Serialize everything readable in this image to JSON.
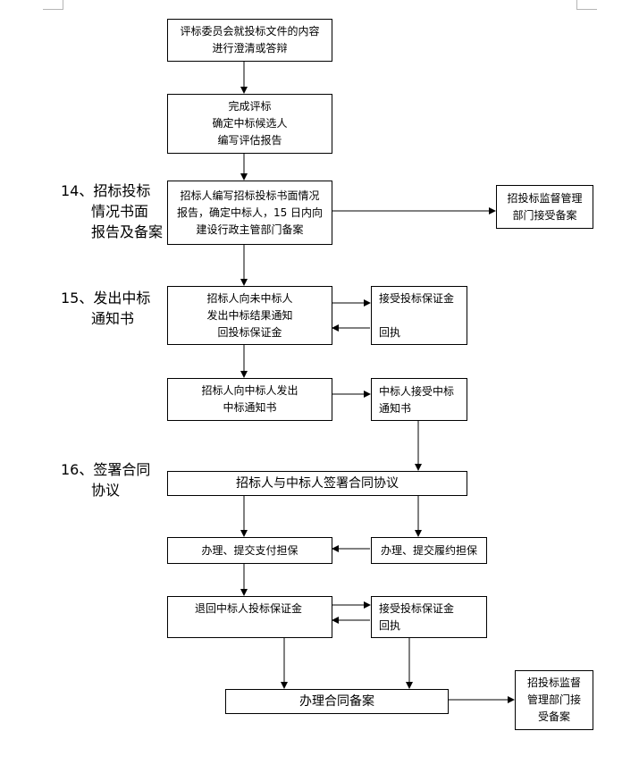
{
  "steps": {
    "s14": [
      "14、招标投标",
      "情况书面",
      "报告及备案"
    ],
    "s15": [
      "15、发出中标",
      "通知书"
    ],
    "s16": [
      "16、签署合同",
      "协议"
    ]
  },
  "boxes": {
    "clarify": [
      "评标委员会就投标文件的内容",
      "进行澄清或答辩"
    ],
    "complete_eval": [
      "完成评标",
      "确定中标候选人",
      "编写评估报告"
    ],
    "written_report": [
      "招标人编写招标投标书面情况",
      "报告，确定中标人，15 日内向",
      "建设行政主管部门备案"
    ],
    "supervision_filing_1": [
      "招投标监督管理",
      "部门接受备案"
    ],
    "notify_losers": [
      "招标人向未中标人",
      "发出中标结果通知",
      "回投标保证金"
    ],
    "receive_deposit_1": [
      "接受投标保证金",
      "",
      "回执"
    ],
    "notify_winner": [
      "招标人向中标人发出",
      "中标通知书"
    ],
    "winner_accepts": [
      "中标人接受中标",
      "通知书"
    ],
    "sign_contract": [
      "招标人与中标人签署合同协议"
    ],
    "payment_guarantee": [
      "办理、提交支付担保"
    ],
    "performance_guarantee": [
      "办理、提交履约担保"
    ],
    "refund_deposit": [
      "退回中标人投标保证金"
    ],
    "receive_deposit_2": [
      "接受投标保证金",
      "回执"
    ],
    "contract_filing": [
      "办理合同备案"
    ],
    "supervision_filing_2": [
      "招投标监督",
      "管理部门接",
      "受备案"
    ]
  }
}
